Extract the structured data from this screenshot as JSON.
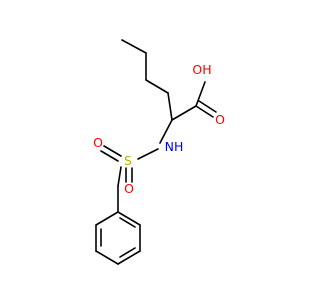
{
  "molecule": {
    "atoms": [
      {
        "id": "O_hydroxyl",
        "label": "OH",
        "color": "#ff0000"
      },
      {
        "id": "O_carbonyl",
        "label": "O",
        "color": "#ff0000"
      },
      {
        "id": "N_amide",
        "label": "NH",
        "color": "#0000ff"
      },
      {
        "id": "S_sulfonyl",
        "label": "S",
        "color": "#b2b200"
      },
      {
        "id": "O_sulfonyl_1",
        "label": "O",
        "color": "#ff0000"
      },
      {
        "id": "O_sulfonyl_2",
        "label": "O",
        "color": "#ff0000"
      }
    ],
    "bond_color": "#000000",
    "background": "#ffffff"
  }
}
